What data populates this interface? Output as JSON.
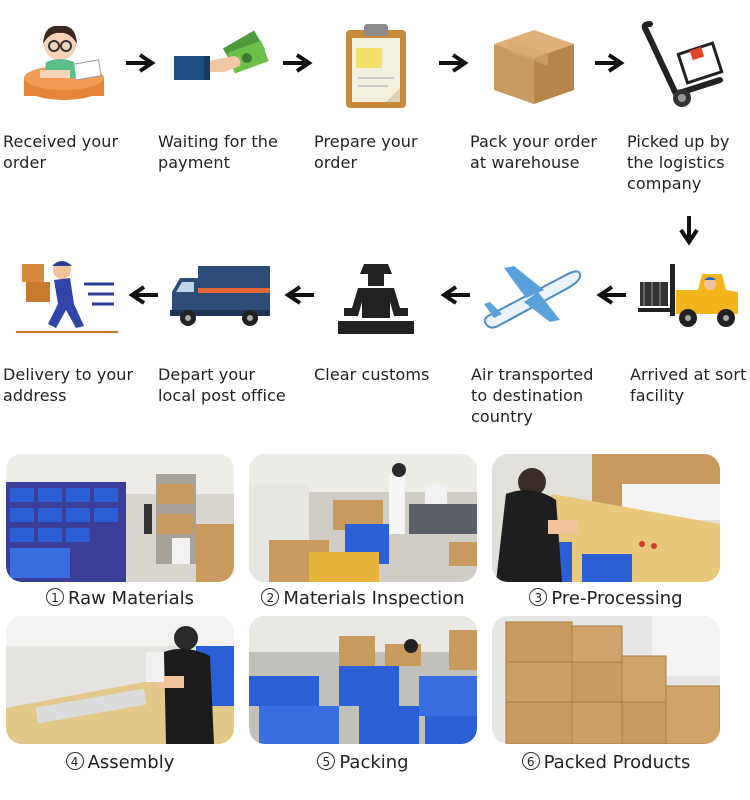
{
  "steps": [
    {
      "id": "received",
      "icon": "girl-writing-icon",
      "text": "Received your\norder"
    },
    {
      "id": "payment",
      "icon": "hand-money-icon",
      "text": "Waiting for the\npayment"
    },
    {
      "id": "prepare",
      "icon": "clipboard-icon",
      "text": "Prepare your\norder"
    },
    {
      "id": "pack",
      "icon": "cardboard-box-icon",
      "text": "Pack your order\nat warehouse"
    },
    {
      "id": "picked",
      "icon": "hand-truck-icon",
      "text": "Picked up by\nthe logistics\ncompany"
    },
    {
      "id": "sort",
      "icon": "forklift-icon",
      "text": "Arrived at sort\nfacility"
    },
    {
      "id": "air",
      "icon": "airplane-icon",
      "text": "Air transported\nto destination\ncountry"
    },
    {
      "id": "customs",
      "icon": "customs-officer-icon",
      "text": "Clear customs"
    },
    {
      "id": "depart",
      "icon": "delivery-truck-icon",
      "text": "Depart your\nlocal post office"
    },
    {
      "id": "delivery",
      "icon": "courier-running-icon",
      "text": "Delivery to your\naddress"
    }
  ],
  "photos": [
    {
      "num": "1",
      "label": "Raw Materials"
    },
    {
      "num": "2",
      "label": "Materials Inspection"
    },
    {
      "num": "3",
      "label": "Pre-Processing"
    },
    {
      "num": "4",
      "label": "Assembly"
    },
    {
      "num": "5",
      "label": "Packing"
    },
    {
      "num": "6",
      "label": "Packed Products"
    }
  ],
  "colors": {
    "arrow": "#111111",
    "crate_blue": "#2c5fd6",
    "cardboard": "#c99a5e",
    "forklift_yellow": "#f3b51b",
    "truck_blue": "#2d4d78"
  }
}
